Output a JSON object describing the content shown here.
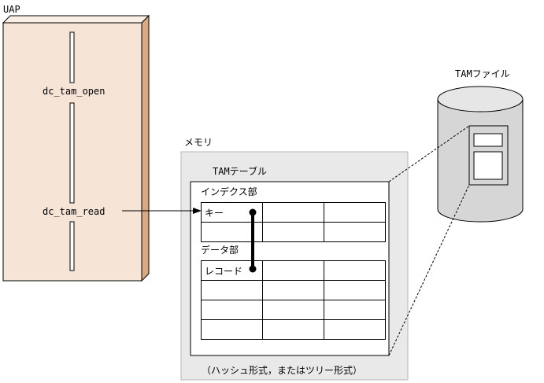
{
  "uap": {
    "title": "UAP",
    "func_open": "dc_tam_open",
    "func_read": "dc_tam_read"
  },
  "memory": {
    "title": "メモリ",
    "table_title": "TAMテーブル",
    "index_section": "インデクス部",
    "key_label": "キー",
    "data_section": "データ部",
    "record_label": "レコード",
    "caption": "（ハッシュ形式，またはツリー形式）"
  },
  "file": {
    "title": "TAMファイル"
  },
  "colors": {
    "uap_fill": "#f6e4d6",
    "uap_side": "#d9a97f",
    "memory_fill": "#e9e9e9",
    "cylinder_fill": "#d6d6d6",
    "cylinder_top": "#e6e6e6"
  }
}
